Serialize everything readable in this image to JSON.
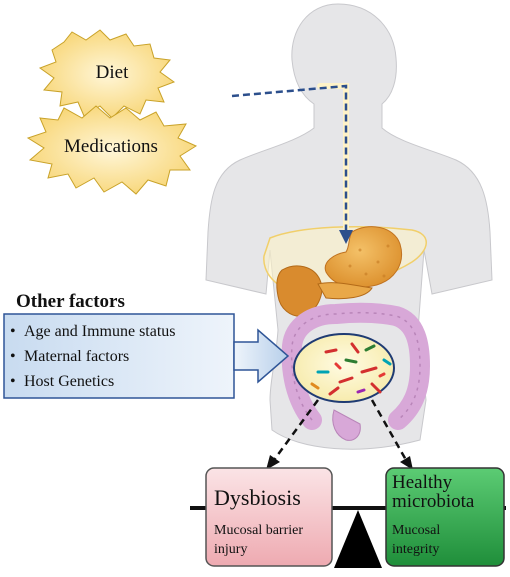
{
  "starbursts": [
    {
      "label": "Diet"
    },
    {
      "label": "Medications"
    }
  ],
  "other_factors": {
    "title": "Other factors",
    "items": [
      "Age and Immune status",
      "Maternal factors",
      "Host Genetics"
    ]
  },
  "balance": {
    "dysbiosis": {
      "title": "Dysbiosis",
      "desc_line1": "Mucosal barrier",
      "desc_line2": "injury"
    },
    "healthy": {
      "title_line1": "Healthy",
      "title_line2": "microbiota",
      "desc_line1": "Mucosal",
      "desc_line2": "integrity"
    }
  },
  "colors": {
    "body_silhouette": "#e6e6e8",
    "starburst_fill": "#fde6a4",
    "factors_box": "#dbe8f6",
    "arrow_fill": "#c9dcf0",
    "dysbiosis_fill": "#f3c3c7",
    "healthy_fill": "#2ea84b",
    "dashed_path": "#2c4f8c",
    "stomach": "#e8a43a",
    "intestine": "#d8a8d8"
  }
}
